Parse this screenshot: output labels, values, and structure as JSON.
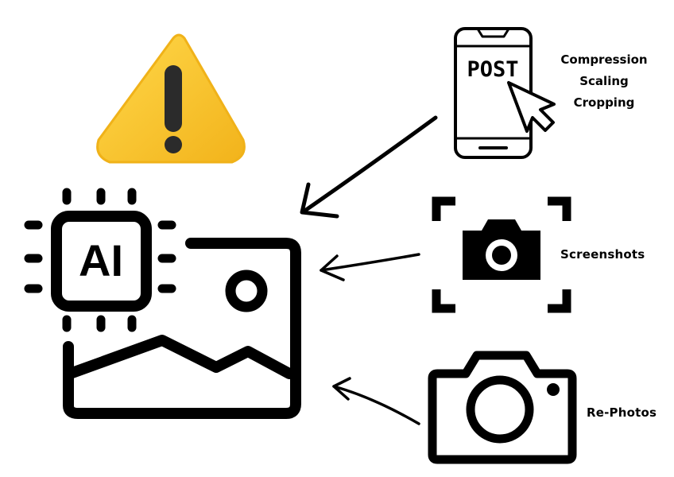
{
  "icons": {
    "warning": "warning-triangle-icon",
    "ai_image": "ai-image-icon",
    "phone_post": "phone-post-icon",
    "screenshot": "screenshot-camera-icon",
    "camera": "camera-icon"
  },
  "phone": {
    "screen_text": "POST"
  },
  "ai_chip": {
    "text": "AI"
  },
  "labels": {
    "post_processing": [
      "Compression",
      "Scaling",
      "Cropping"
    ],
    "screenshots": "Screenshots",
    "rephotos": "Re-Photos"
  },
  "colors": {
    "warning_fill": "#f5c531",
    "warning_shade": "#f0b219",
    "ink": "#000000",
    "background": "#ffffff"
  }
}
